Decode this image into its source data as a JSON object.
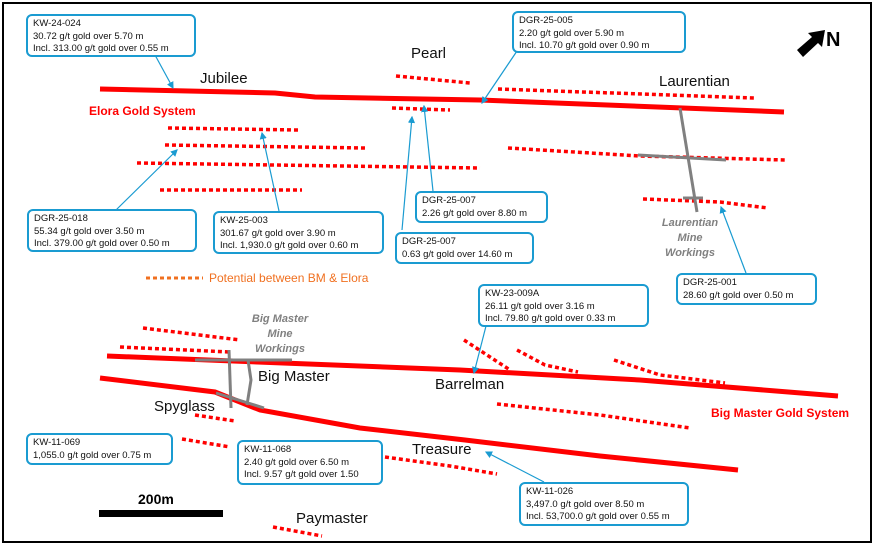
{
  "map": {
    "north_label": "N",
    "scale_label": "200m",
    "legend": {
      "label": "Potential between BM & Elora",
      "color": "#f07020"
    },
    "systems": [
      {
        "id": "elora",
        "label": "Elora Gold System",
        "color": "#ff0000"
      },
      {
        "id": "big-master",
        "label": "Big Master Gold System",
        "color": "#ff0000"
      }
    ],
    "places": {
      "jubilee": "Jubilee",
      "pearl": "Pearl",
      "laurentian": "Laurentian",
      "big_master": "Big Master",
      "spyglass": "Spyglass",
      "barrelman": "Barrelman",
      "treasure": "Treasure",
      "paymaster": "Paymaster"
    },
    "workings": {
      "laurentian": [
        "Laurentian",
        "Mine",
        "Workings"
      ],
      "big_master": [
        "Big Master",
        "Mine",
        "Workings"
      ]
    },
    "colors": {
      "vein": "#ff0000",
      "callout_border": "#1a9bd1",
      "workings": "#808080",
      "potential": "#f07020"
    },
    "callouts": [
      {
        "id": "kw-24-024",
        "lines": [
          "KW-24-024",
          "30.72 g/t gold over 5.70 m",
          "Incl. 313.00 g/t gold over 0.55 m"
        ]
      },
      {
        "id": "dgr-25-005",
        "lines": [
          "DGR-25-005",
          "2.20 g/t gold over 5.90 m",
          "Incl. 10.70 g/t gold over 0.90 m"
        ]
      },
      {
        "id": "dgr-25-018",
        "lines": [
          "DGR-25-018",
          "55.34 g/t gold over 3.50 m",
          "Incl. 379.00 g/t gold over 0.50 m"
        ]
      },
      {
        "id": "kw-25-003",
        "lines": [
          "KW-25-003",
          "301.67 g/t gold over 3.90 m",
          "Incl. 1,930.0 g/t gold over 0.60 m"
        ]
      },
      {
        "id": "dgr-25-007-a",
        "lines": [
          "DGR-25-007",
          "2.26 g/t gold over 8.80 m"
        ]
      },
      {
        "id": "dgr-25-007-b",
        "lines": [
          "DGR-25-007",
          "0.63 g/t gold over 14.60 m"
        ]
      },
      {
        "id": "dgr-25-001",
        "lines": [
          "DGR-25-001",
          "28.60 g/t gold over 0.50 m"
        ]
      },
      {
        "id": "kw-23-009a",
        "lines": [
          "KW-23-009A",
          "26.11 g/t gold over 3.16 m",
          "Incl. 79.80 g/t gold over 0.33 m"
        ]
      },
      {
        "id": "kw-11-069",
        "lines": [
          "KW-11-069",
          "1,055.0 g/t gold over 0.75 m"
        ]
      },
      {
        "id": "kw-11-068",
        "lines": [
          "KW-11-068",
          "2.40 g/t gold over 6.50 m",
          "Incl. 9.57 g/t gold over 1.50"
        ]
      },
      {
        "id": "kw-11-026",
        "lines": [
          "KW-11-026",
          "3,497.0 g/t gold over 8.50 m",
          "Incl. 53,700.0 g/t gold over 0.55 m"
        ]
      }
    ]
  }
}
